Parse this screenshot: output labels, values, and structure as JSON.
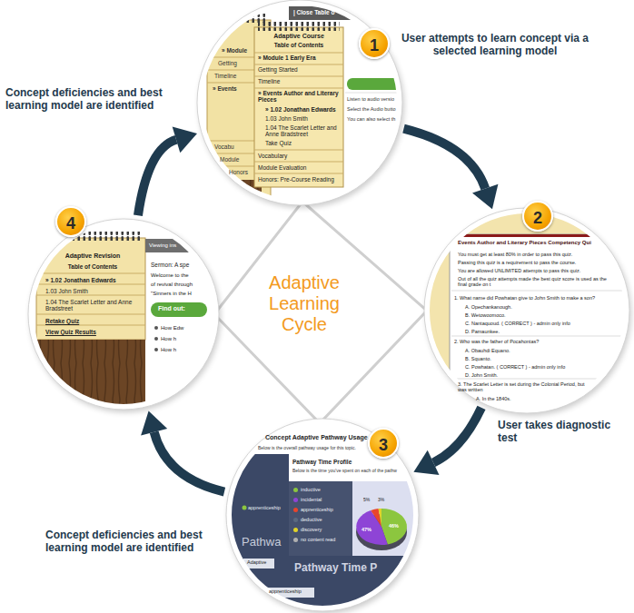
{
  "diagram": {
    "title": "Adaptive Learning Cycle",
    "nodes": [
      {
        "text": [
          "| Close Table o",
          "» Module",
          "Getting",
          "Timeline",
          "» Events",
          "Vocabu",
          "Module",
          "Honors",
          "Adaptive Course",
          "Table of Contents",
          "» Module 1 Early Era",
          "Getting Started",
          "Timeline",
          "» Events Author and Literary Pieces",
          "» 1.02 Jonathan Edwards",
          "1.03 John Smith",
          "1.04 The Scarlet Letter and Anne Bradstreet",
          "Take Quiz",
          "Vocabulary",
          "Module Evaluation",
          "Honors: Pre-Course Reading",
          "Listen to audio versio",
          "Select the Audio butto",
          "You can also select th"
        ]
      },
      {
        "text": [
          "Events Author and Literary Pieces Competency Qui",
          "You must get at least 80% in order to pass this quiz.",
          "Passing this quiz is a requirement to pass the course.",
          "You are allowed UNLIMITED attempts to pass this quiz.",
          "Out of all the quiz attempts made the best quiz score is used as the final grade on t",
          "1. What name did Powhatan give to John Smith to make a son?",
          "A. Opechankanough.",
          "B. Wetowoomoco.",
          "C. Nantaquoud. ( CORRECT ) - admin only info",
          "D. Pamaunkee.",
          "2. Who was the father of Pocahontas?",
          "A. Obauhdi Equano.",
          "B. Squanto.",
          "C. Powhatan. ( CORRECT ) - admin only info",
          "D. John Smith.",
          "3. The Scarlet Letter is set during the Colonial Period, but was written",
          "A. In the 1840s."
        ]
      },
      {
        "text": [
          "Concept Adaptive Pathway Usage",
          "Below is the overall pathway usage for this topic.",
          "apprenticeship",
          "Pathwa",
          "Pathway Time Profile",
          "Below is the time you've spent on each of the pathw",
          "46%",
          "47%",
          "5%",
          "3%",
          "Pathway Time P",
          "Adaptive",
          "apprenticeship"
        ]
      },
      {
        "text": [
          "Adaptive Revision",
          "Table of Contents",
          "» 1.02 Jonathan Edwards",
          "1.03 John Smith",
          "1.04 The Scarlet Letter and Anne Bradstreet",
          "Retake Quiz",
          "View Quiz Results",
          "Viewing ins",
          "Sermon: A spe",
          "Welcome to the",
          "of revival through",
          "\"Sinners in the H",
          "Find out:",
          "How Edw",
          "How h",
          "How h"
        ]
      }
    ],
    "edges": [
      {
        "from": 0,
        "to": 1,
        "arrow": "to"
      },
      {
        "from": 1,
        "to": 2,
        "arrow": "to"
      },
      {
        "from": 2,
        "to": 3,
        "arrow": "to"
      },
      {
        "from": 3,
        "to": 0,
        "arrow": "to"
      }
    ],
    "labels": [
      "1",
      "User attempts to learn concept via a selected learning model",
      "Concept deficiencies and best learning model are identified",
      "4",
      "2",
      "User takes diagnostic test",
      "3",
      "Concept deficiencies and best learning model are identified"
    ],
    "legend": [
      {
        "text": "inductive",
        "color": "#8cc63f"
      },
      {
        "text": "incidental",
        "color": "#8e44d6"
      },
      {
        "text": "apprenticeship",
        "color": "#e8452c"
      },
      {
        "text": "deductive",
        "color": "#5b6a80"
      },
      {
        "text": "discovery",
        "color": "#e0d22a"
      },
      {
        "text": "no content read",
        "color": "#b0b0b0"
      }
    ]
  }
}
